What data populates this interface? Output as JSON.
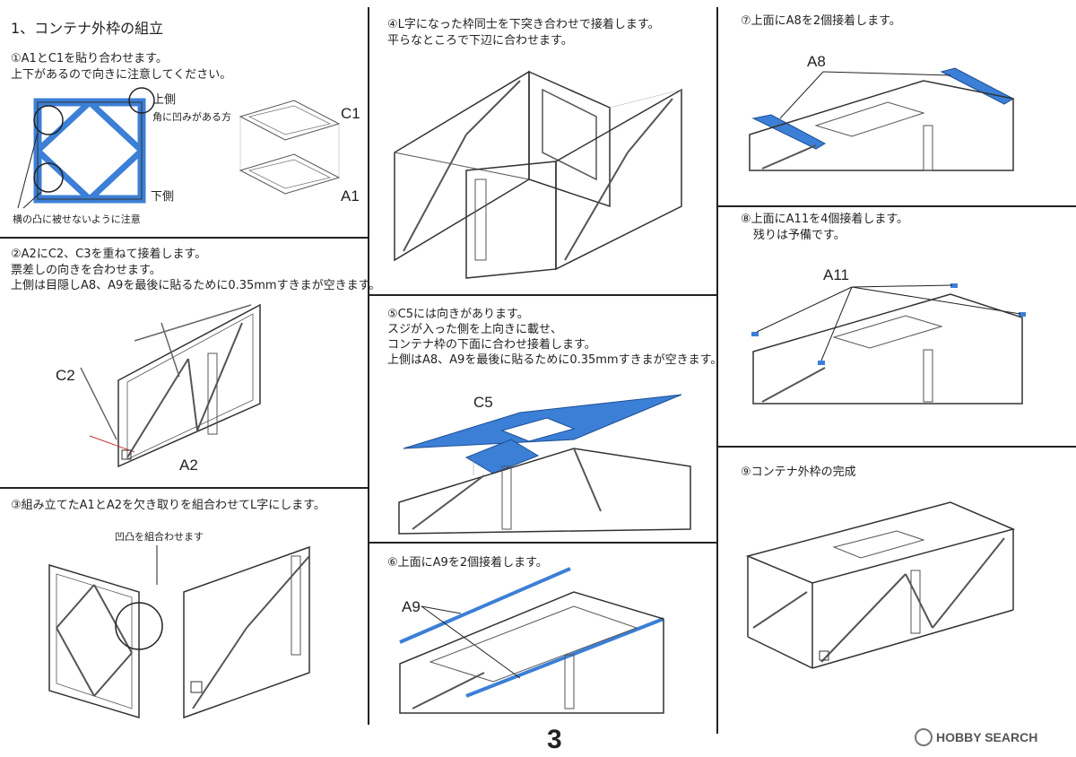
{
  "section_title": "1、コンテナ外枠の組立",
  "steps": {
    "s1": {
      "line1": "①A1とC1を貼り合わせます。",
      "line2": "上下があるので向きに注意してください。",
      "label_top": "上側",
      "label_top_note": "角に凹みがある方",
      "label_bottom": "下側",
      "warn": "横の凸に被せないように注意",
      "part_c1": "C1",
      "part_a1": "A1"
    },
    "s2": {
      "line1": "②A2にC2、C3を重ねて接着します。",
      "line2": "票差しの向きを合わせます。",
      "line3": "上側は目隠しA8、A9を最後に貼るために0.35mmすきまが空きます。",
      "part_c2": "C2",
      "part_a2": "A2"
    },
    "s3": {
      "line1": "③組み立てたA1とA2を欠き取りを組合わせてL字にします。",
      "note": "凹凸を組合わせます"
    },
    "s4": {
      "line1": "④L字になった枠同士を下突き合わせで接着します。",
      "line2": "平らなところで下辺に合わせます。"
    },
    "s5": {
      "line1": "⑤C5には向きがあります。",
      "line2": "スジが入った側を上向きに載せ、",
      "line3": "コンテナ枠の下面に合わせ接着します。",
      "line4": "上側はA8、A9を最後に貼るために0.35mmすきまが空きます。",
      "part": "C5"
    },
    "s6": {
      "line1": "⑥上面にA9を2個接着します。",
      "part": "A9"
    },
    "s7": {
      "line1": "⑦上面にA8を2個接着します。",
      "part": "A8"
    },
    "s8": {
      "line1": "⑧上面にA11を4個接着します。",
      "line2": "残りは予備です。",
      "part": "A11"
    },
    "s9": {
      "line1": "⑨コンテナ外枠の完成"
    }
  },
  "page_number": "3",
  "watermark": "HOBBY SEARCH",
  "colors": {
    "accent_part": "#3b7fd6",
    "line": "#333333"
  }
}
